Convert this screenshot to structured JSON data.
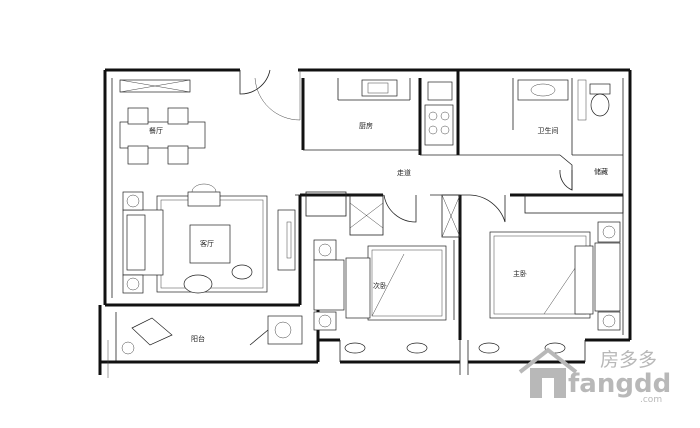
{
  "rooms": {
    "dining": "餐厅",
    "living": "客厅",
    "kitchen": "厨房",
    "bathroom": "卫生间",
    "corridor": "走道",
    "storage": "储藏",
    "second_bedroom": "次卧",
    "master_bedroom": "主卧",
    "balcony": "阳台"
  },
  "watermark": {
    "brand_cn": "房多多",
    "brand_en": "fangdd",
    "domain": ".com"
  },
  "colors": {
    "line": "#111111",
    "watermark": "#b8b8b8"
  }
}
